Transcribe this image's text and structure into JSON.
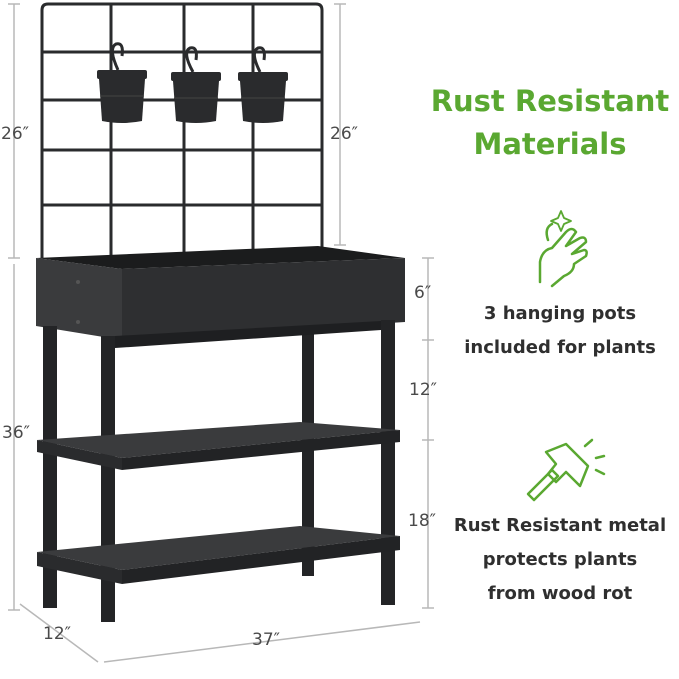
{
  "dimensions": {
    "trellis_height_left": "26″",
    "trellis_height_right": "26″",
    "box_depth": "6″",
    "upper_gap": "12″",
    "overall_height": "36″",
    "lower_gap": "18″",
    "depth": "12″",
    "width": "37″"
  },
  "heading": {
    "line1": "Rust Resistant",
    "line2": "Materials"
  },
  "features": [
    {
      "icon": "hand-snap-icon",
      "lines": [
        "3 hanging pots",
        "included for plants"
      ]
    },
    {
      "icon": "hammer-icon",
      "lines": [
        "Rust Resistant metal",
        "protects plants",
        "from wood rot"
      ]
    }
  ],
  "colors": {
    "accent": "#5aa831",
    "product": "#2a2b2d",
    "text": "#2f2f2f",
    "dimension_line": "#b8b8b8"
  }
}
